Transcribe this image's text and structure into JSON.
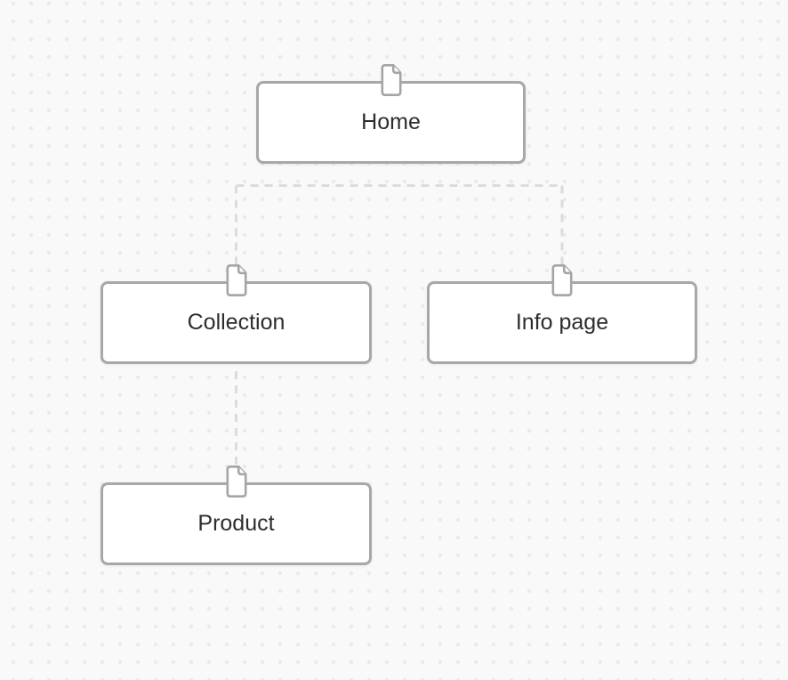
{
  "diagram": {
    "type": "sitemap-tree",
    "nodes": [
      {
        "id": "home",
        "label": "Home",
        "icon": "page-icon"
      },
      {
        "id": "collection",
        "label": "Collection",
        "icon": "page-icon"
      },
      {
        "id": "info-page",
        "label": "Info page",
        "icon": "page-icon"
      },
      {
        "id": "product",
        "label": "Product",
        "icon": "page-icon"
      }
    ],
    "edges": [
      {
        "from": "home",
        "to": "collection",
        "style": "dashed-elbow"
      },
      {
        "from": "home",
        "to": "info-page",
        "style": "dashed-elbow"
      },
      {
        "from": "collection",
        "to": "product",
        "style": "dashed-elbow"
      }
    ],
    "colors": {
      "canvas_background": "#f9f9f9",
      "canvas_dot": "#eaeaea",
      "node_fill": "#ffffff",
      "node_border": "#a8a8a8",
      "node_label": "#2d2d2d",
      "connector": "#dcdcdc",
      "icon_stroke": "#a5a5a5"
    }
  }
}
